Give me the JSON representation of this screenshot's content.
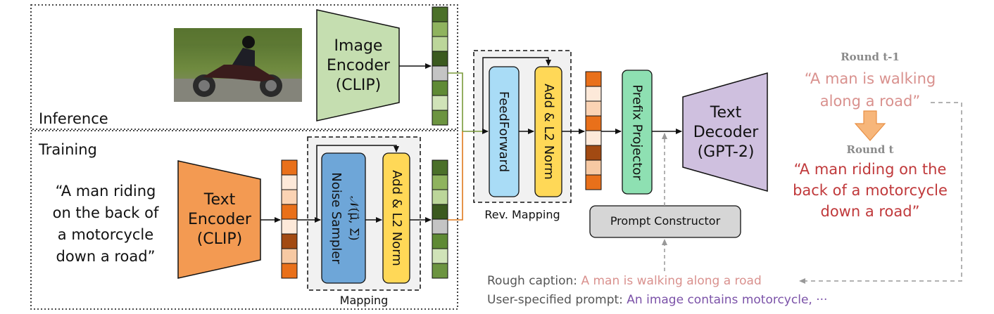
{
  "labels": {
    "inference": "Inference",
    "training": "Training",
    "image_encoder": [
      "Image",
      "Encoder",
      "(CLIP)"
    ],
    "text_encoder": [
      "Text",
      "Encoder",
      "(CLIP)"
    ],
    "text_decoder": [
      "Text",
      "Decoder",
      "(GPT-2)"
    ],
    "feedforward": "FeedForward",
    "add_norm": "Add & L2 Norm",
    "noise_sampler": "Noise Sampler",
    "noise_formula": "𝒩(μ⃗, Σ)",
    "prefix_projector": "Prefix Projector",
    "rev_mapping": "Rev. Mapping",
    "mapping": "Mapping",
    "prompt_constructor": "Prompt Constructor"
  },
  "input_caption": [
    "“A man riding",
    "on the back of",
    "a motorcycle",
    "down a road”"
  ],
  "round_prev": {
    "label": "Round t-1",
    "text": [
      "“A man is walking",
      "along a road”"
    ]
  },
  "round_curr": {
    "label": "Round t",
    "text": [
      "“A man riding on the",
      "back of a motorcycle",
      "down a road”"
    ]
  },
  "rough_caption": {
    "label": "Rough caption:",
    "value": "A man is walking along a road"
  },
  "user_prompt": {
    "label": "User-specified prompt:",
    "value": "An image contains motorcycle, ···"
  },
  "colors": {
    "image_encoder": "#c5deb0",
    "text_encoder": "#f39a52",
    "text_decoder": "#cfc0df",
    "feedforward": "#a9dcf6",
    "add_norm": "#ffd857",
    "noise_sampler": "#6ea6d8",
    "prefix_projector": "#8ee0b2",
    "prompt_constructor": "#d6d6d6",
    "round_prev_text": "#d9918e",
    "round_curr_text": "#c0393b",
    "user_prompt_text": "#7b52a8",
    "round_label": "#8a8a8a"
  },
  "icons": [
    "photo-motorcycle",
    "down-arrow"
  ]
}
